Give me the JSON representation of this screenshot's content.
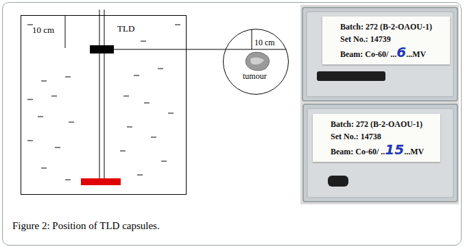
{
  "diagram": {
    "caption": "Figure 2: Position of TLD capsules.",
    "nodes": [
      {
        "text": [
          "10 cm",
          "TLD"
        ]
      },
      {
        "text": [
          "10 cm",
          "tumour"
        ]
      },
      {
        "text": [
          "Batch: 272 (B-2-OAOU-1)",
          "Set No.: 14739",
          "Beam: Co-60/ ...",
          "6",
          "...MV"
        ]
      },
      {
        "text": [
          "Batch: 272 (B-2-OAOU-1)",
          "Set No.: 14738",
          "Beam: Co-60/ ..",
          "15",
          "...MV"
        ]
      }
    ],
    "edges": [
      {
        "from": 0,
        "to": 1,
        "arrow": "none"
      }
    ]
  }
}
